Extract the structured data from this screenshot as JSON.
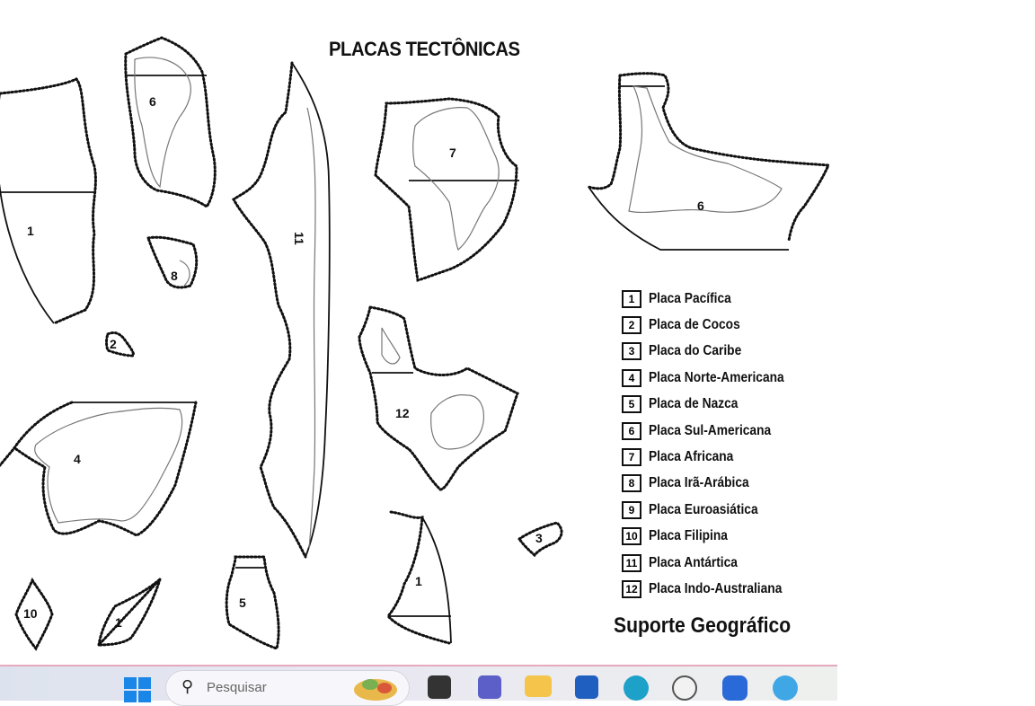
{
  "worksheet": {
    "title": "PLACAS TECTÔNICAS",
    "credit": "Suporte Geográfico",
    "map_numbers": [
      "6",
      "1",
      "8",
      "2",
      "4",
      "10",
      "1",
      "5",
      "11",
      "7",
      "12",
      "1",
      "3",
      "6"
    ],
    "legend": [
      {
        "num": "1",
        "label": "Placa Pacífica"
      },
      {
        "num": "2",
        "label": "Placa de Cocos"
      },
      {
        "num": "3",
        "label": "Placa do Caribe"
      },
      {
        "num": "4",
        "label": "Placa Norte-Americana"
      },
      {
        "num": "5",
        "label": "Placa de Nazca"
      },
      {
        "num": "6",
        "label": "Placa Sul-Americana"
      },
      {
        "num": "7",
        "label": "Placa Africana"
      },
      {
        "num": "8",
        "label": "Placa Irã-Arábica"
      },
      {
        "num": "9",
        "label": "Placa Euroasiática"
      },
      {
        "num": "10",
        "label": "Placa Filipina"
      },
      {
        "num": "11",
        "label": "Placa Antártica"
      },
      {
        "num": "12",
        "label": "Placa Indo-Australiana"
      }
    ]
  },
  "taskbar": {
    "search_placeholder": "Pesquisar",
    "icons": [
      "windows-start-icon",
      "search-icon",
      "task-view-icon",
      "teams-icon",
      "file-explorer-icon",
      "store-icon",
      "edge-icon",
      "settings-icon",
      "copilot-icon",
      "paint-icon"
    ]
  }
}
